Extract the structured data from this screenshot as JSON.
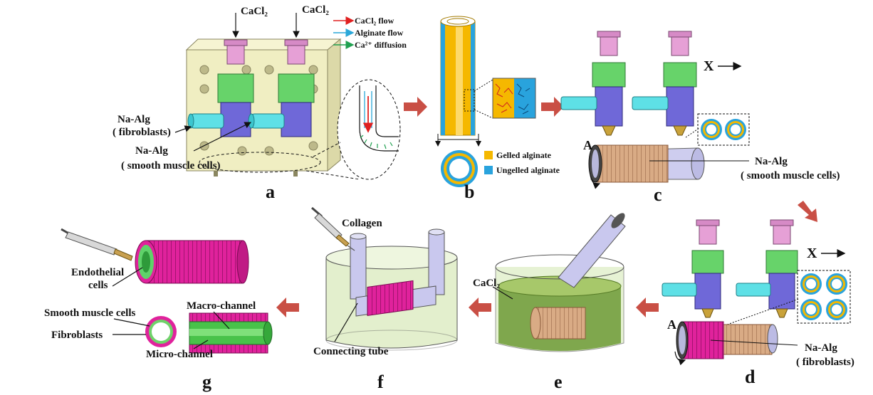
{
  "panels": {
    "a": "a",
    "b": "b",
    "c": "c",
    "d": "d",
    "e": "e",
    "f": "f",
    "g": "g"
  },
  "a": {
    "cacl2_left": "CaCl₂",
    "cacl2_right": "CaCl₂",
    "legend": [
      "CaCl₂ flow",
      "Alginate flow",
      "Ca²⁺ diffusion"
    ],
    "na_alg_fib_1": "Na-Alg",
    "na_alg_fib_2": "( fibroblasts)",
    "na_alg_smc_1": "Na-Alg",
    "na_alg_smc_2": "( smooth muscle cells)"
  },
  "b": {
    "legend": [
      "Gelled alginate",
      "Ungelled alginate"
    ]
  },
  "c": {
    "x": "X",
    "a": "A",
    "na_alg_1": "Na-Alg",
    "na_alg_2": "( smooth muscle cells)"
  },
  "d": {
    "x": "X",
    "a": "A",
    "na_alg_1": "Na-Alg",
    "na_alg_2": "( fibroblasts)"
  },
  "e": {
    "cacl2": "CaCl₂"
  },
  "f": {
    "collagen": "Collagen",
    "connecting_tube": "Connecting tube"
  },
  "g": {
    "endothelial_1": "Endothelial",
    "endothelial_2": "cells",
    "smooth_muscle": "Smooth muscle cells",
    "macro": "Macro-channel",
    "fibroblasts": "Fibroblasts",
    "micro": "Micro-channel"
  },
  "colors": {
    "arrow": "#c94f45",
    "fiber_pink": "#e0229c",
    "fiber_tan": "#d9ab85",
    "gelled": "#f5b800",
    "ungelled": "#29a3dd",
    "nozzle_pink": "#e6a0d6",
    "nozzle_green": "#67d36a",
    "nozzle_blue": "#6f68d8",
    "inlet_cyan": "#5ee0e6",
    "block": "#f0eec2"
  }
}
